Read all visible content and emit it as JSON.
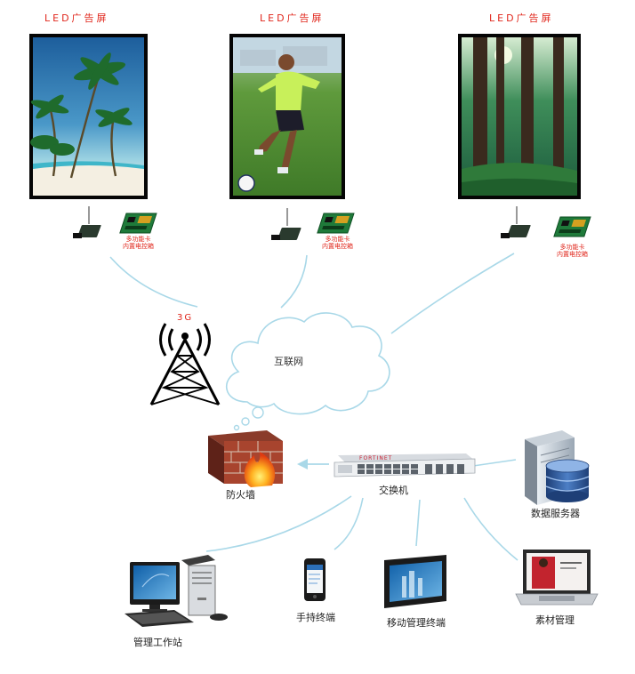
{
  "screens": [
    {
      "title": "LED广告屏",
      "card_label_1": "多功能卡",
      "card_label_2": "内置电控箱"
    },
    {
      "title": "LED广告屏",
      "card_label_1": "多功能卡",
      "card_label_2": "内置电控箱"
    },
    {
      "title": "LED广告屏",
      "card_label_1": "多功能卡",
      "card_label_2": "内置电控箱"
    }
  ],
  "tower": {
    "label": "3G"
  },
  "cloud": {
    "label": "互联网"
  },
  "firewall": {
    "label": "防火墙"
  },
  "switch": {
    "label": "交换机",
    "brand": "FORTINET"
  },
  "db_server": {
    "label": "数据服务器"
  },
  "workstation": {
    "label": "管理工作站"
  },
  "handheld": {
    "label": "手持终端"
  },
  "mobile": {
    "label": "移动管理终端"
  },
  "laptop": {
    "label": "素材管理"
  },
  "colors": {
    "link": "#a9d8e8",
    "accent_red": "#e0261b"
  }
}
